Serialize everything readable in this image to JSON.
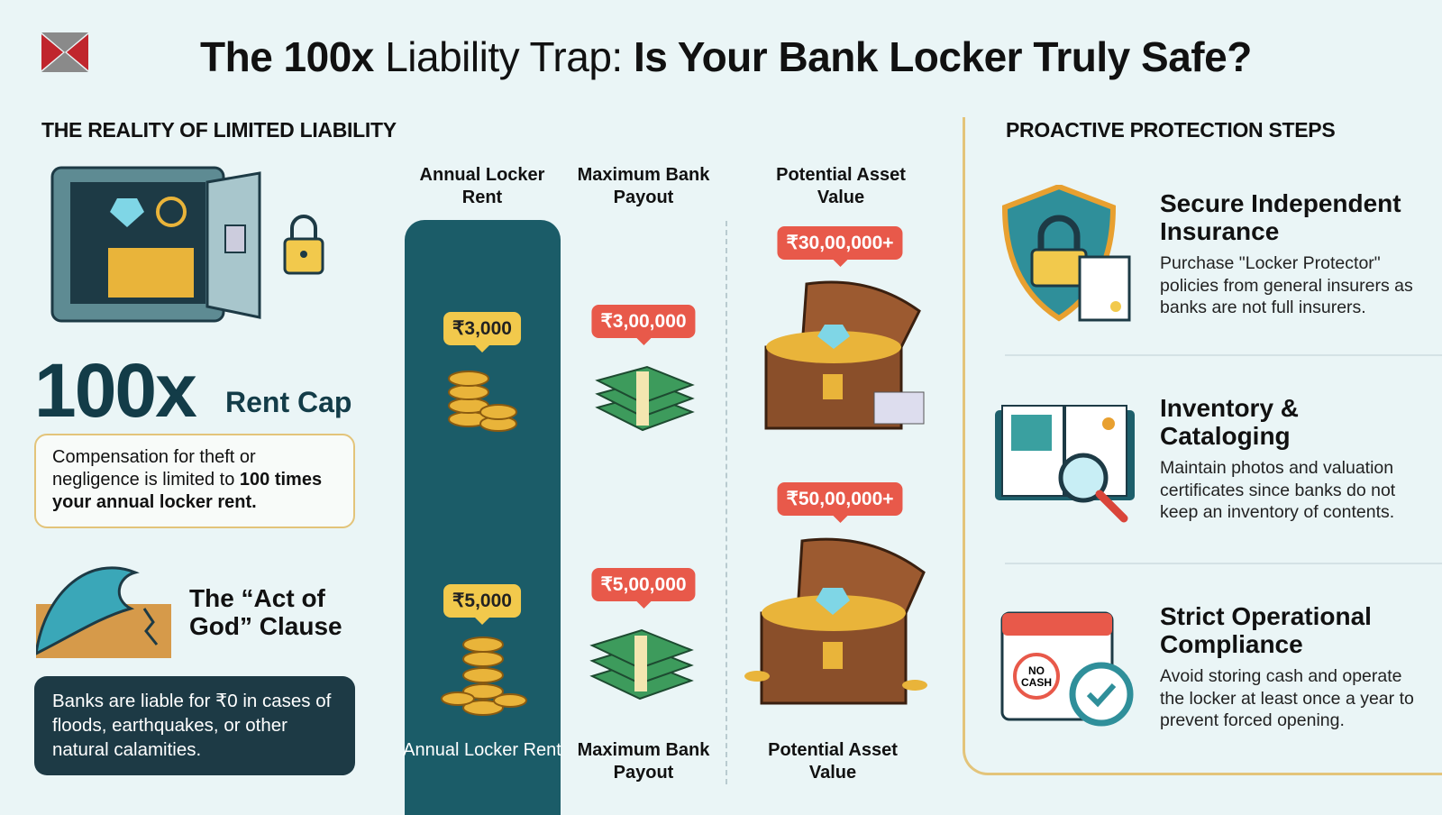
{
  "title": {
    "bold1": "The 100x",
    "light": "Liability Trap:",
    "bold2": "Is Your Bank Locker Truly Safe?"
  },
  "left": {
    "heading": "THE REALITY OF LIMITED LIABILITY",
    "big": "100x",
    "cap": "Rent Cap",
    "comp_pre": "Compensation for theft or negligence is limited to ",
    "comp_bold": "100 times your annual locker rent.",
    "act_title": "The “Act of God” Clause",
    "act_text": "Banks are liable for ₹0 in cases of floods, earthquakes, or other natural calamities."
  },
  "middle": {
    "headers": [
      "Annual Locker Rent",
      "Maximum Bank Payout",
      "Potential Asset Value"
    ],
    "row1": {
      "rent": "₹3,000",
      "payout": "₹3,00,000",
      "asset": "₹30,00,000+"
    },
    "row2": {
      "rent": "₹5,000",
      "payout": "₹5,00,000",
      "asset": "₹50,00,000+"
    },
    "footers": [
      "Annual Locker Rent",
      "Maximum Bank Payout",
      "Potential Asset Value"
    ]
  },
  "right": {
    "heading": "PROACTIVE PROTECTION STEPS",
    "items": [
      {
        "title": "Secure Independent Insurance",
        "text": "Purchase \"Locker Protector\" policies from general insurers as banks are not full insurers."
      },
      {
        "title": "Inventory & Cataloging",
        "text": "Maintain photos and valuation certificates since banks do not keep an inventory of contents."
      },
      {
        "title": "Strict Operational Compliance",
        "text": "Avoid storing cash and operate the locker at least once a year to prevent forced opening.",
        "icon_text": "NO CASH"
      }
    ]
  },
  "colors": {
    "teal": "#1b5c68",
    "gold": "#f2c94c",
    "red": "#e8594a",
    "dark": "#1d3a45"
  }
}
